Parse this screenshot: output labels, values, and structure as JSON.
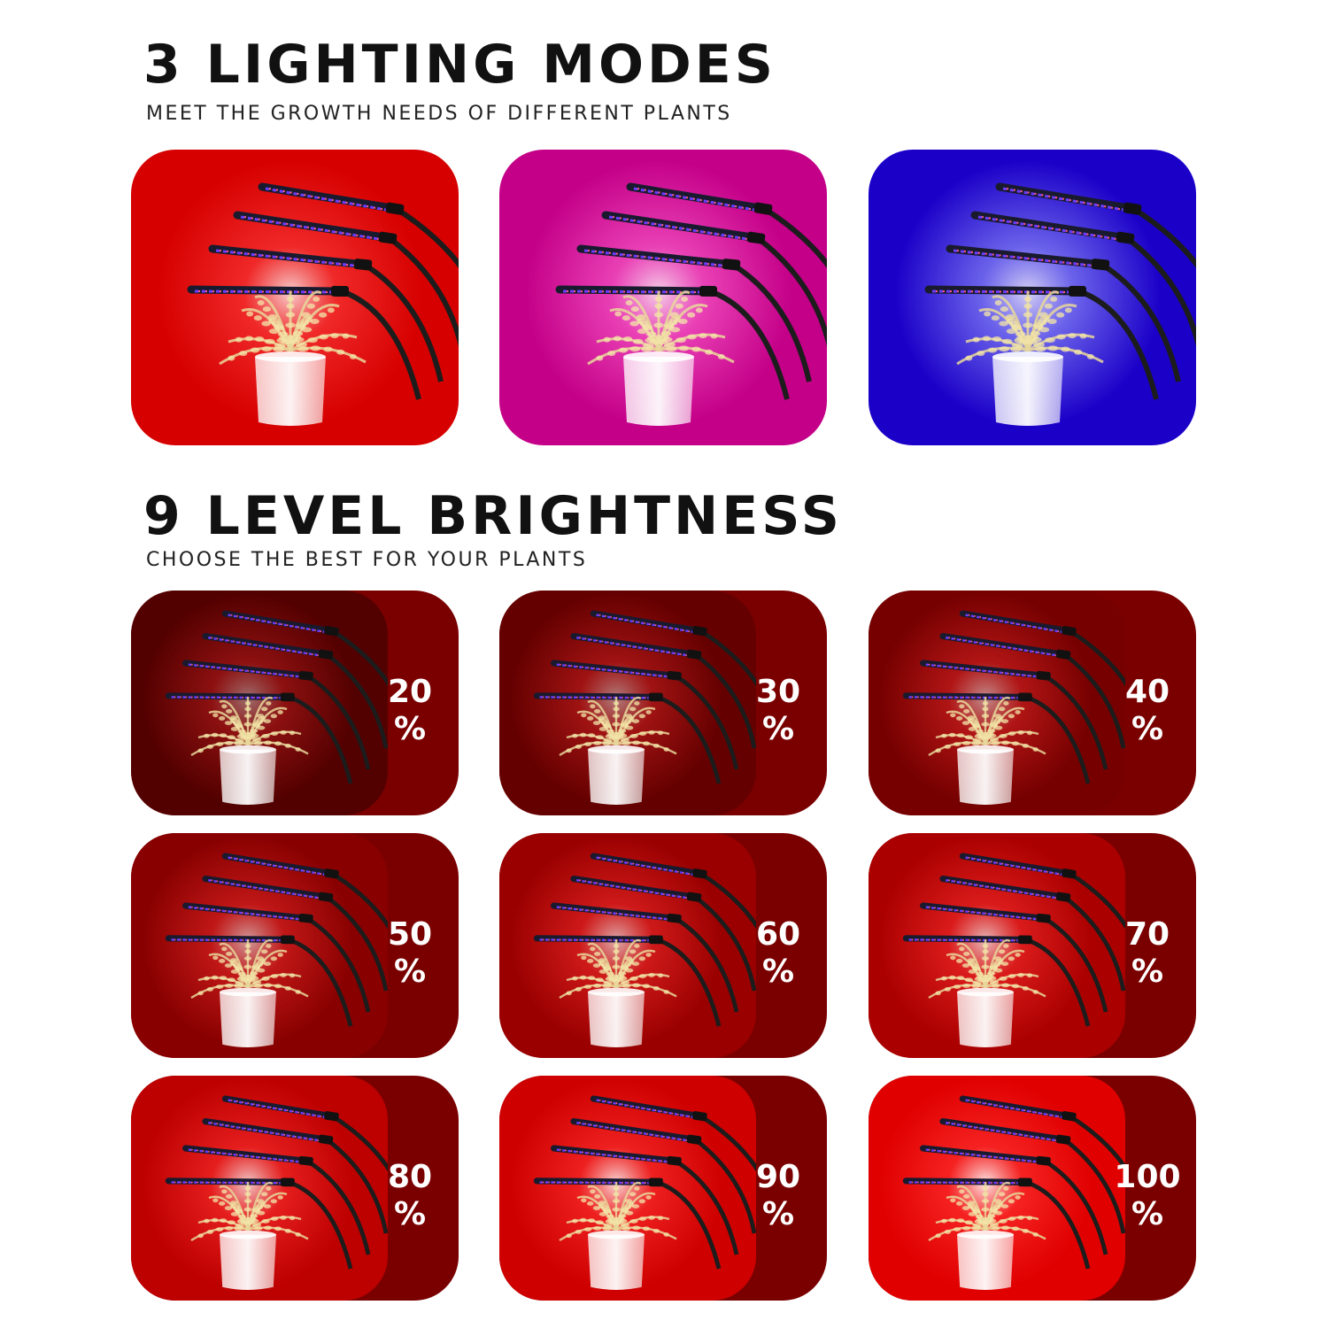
{
  "sections": {
    "modes": {
      "title": "3 LIGHTING MODES",
      "subtitle": "MEET THE GROWTH NEEDS OF DIFFERENT PLANTS",
      "items": [
        {
          "mode": "red",
          "bg": "#d60000",
          "glow": "#ff4040"
        },
        {
          "mode": "pink",
          "bg": "#c40088",
          "glow": "#ff66d0"
        },
        {
          "mode": "blue",
          "bg": "#1b00c8",
          "glow": "#9a9cff"
        }
      ]
    },
    "brightness": {
      "title": "9 LEVEL BRIGHTNESS",
      "subtitle": "CHOOSE THE BEST FOR YOUR PLANTS",
      "levels": [
        {
          "value": "20",
          "unit": "%",
          "level": 0.2
        },
        {
          "value": "30",
          "unit": "%",
          "level": 0.3
        },
        {
          "value": "40",
          "unit": "%",
          "level": 0.4
        },
        {
          "value": "50",
          "unit": "%",
          "level": 0.5
        },
        {
          "value": "60",
          "unit": "%",
          "level": 0.6
        },
        {
          "value": "70",
          "unit": "%",
          "level": 0.7
        },
        {
          "value": "80",
          "unit": "%",
          "level": 0.8
        },
        {
          "value": "90",
          "unit": "%",
          "level": 0.9
        },
        {
          "value": "100",
          "unit": "%",
          "level": 1.0
        }
      ]
    }
  },
  "colors": {
    "heading": "#111111",
    "panel_dark": "#7a0000",
    "label": "#ffffff"
  }
}
